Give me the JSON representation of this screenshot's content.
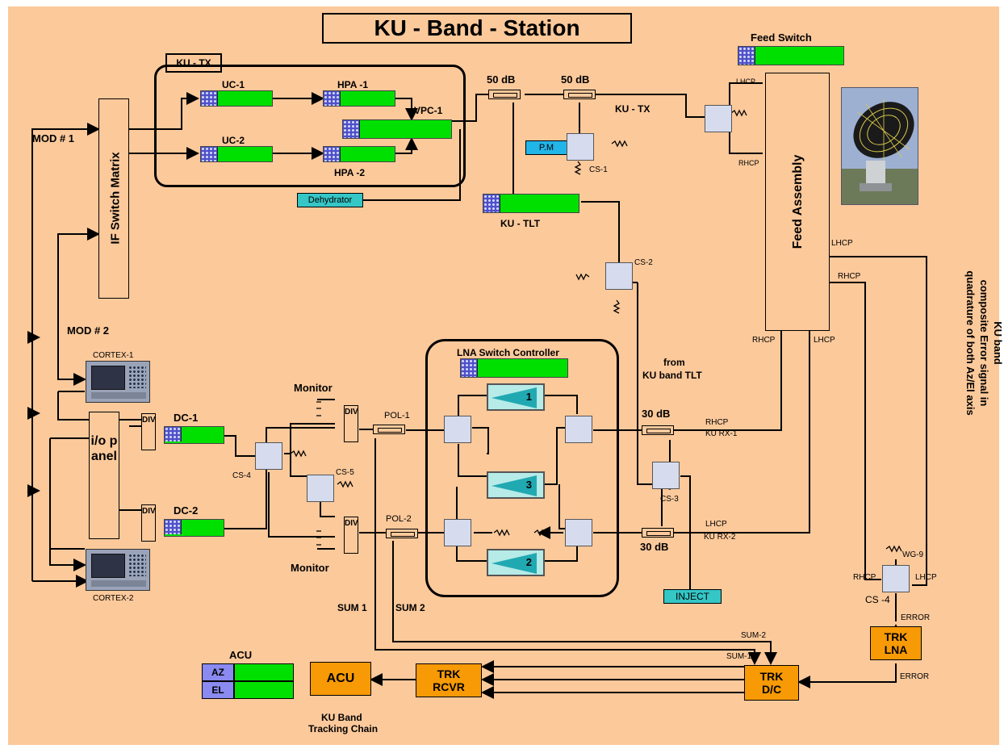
{
  "title": "KU - Band - Station",
  "labels": {
    "ku_tx_box": "KU - TX",
    "uc1": "UC-1",
    "uc2": "UC-2",
    "hpa1": "HPA -1",
    "hpa2": "HPA -2",
    "vpc1": "VPC-1",
    "dehydrator": "Dehydrator",
    "mod1": "MOD # 1",
    "mod2": "MOD # 2",
    "if_switch": "IF Switch Matrix",
    "att50a": "50 dB",
    "att50b": "50 dB",
    "ku_tx_line": "KU - TX",
    "pm": "P.M",
    "cs1": "CS-1",
    "ku_tlt": "KU - TLT",
    "cs2": "CS-2",
    "feed_switch": "Feed Switch",
    "feed_assembly": "Feed Assembly",
    "lhcp": "LHCP",
    "rhcp": "RHCP",
    "lna_switch": "LNA Switch Controller",
    "from_tlt_1": "from",
    "from_tlt_2": "KU band TLT",
    "cortex1": "CORTEX-1",
    "cortex2": "CORTEX-2",
    "io_panel": "i/o panel",
    "div": "DIV",
    "dc1": "DC-1",
    "dc2": "DC-2",
    "monitor": "Monitor",
    "cs4_left": "CS-4",
    "cs5": "CS-5",
    "pol1": "POL-1",
    "pol2": "POL-2",
    "amp1": "1",
    "amp2": "2",
    "amp3": "3",
    "att30": "30 dB",
    "ku_rx1": "KU RX-1",
    "ku_rx2": "KU RX-2",
    "cs3": "CS-3",
    "inject": "INJECT",
    "sum1": "SUM 1",
    "sum2": "SUM 2",
    "sum1_small": "SUM-1",
    "sum2_small": "SUM-2",
    "composite_1": "KU band",
    "composite_2": "composite Error signal in",
    "composite_3": "quadrature of both Az/El axis",
    "wg9": "WG-9",
    "cs4_right": "CS -4",
    "error": "ERROR",
    "trk_lna": "TRK LNA",
    "trk_dc": "TRK D/C",
    "trk_rcvr": "TRK RCVR",
    "acu_box": "ACU",
    "acu_title": "ACU",
    "az": "AZ",
    "el": "EL",
    "tracking_chain_1": "KU Band",
    "tracking_chain_2": "Tracking Chain"
  },
  "colors": {
    "background": "#fcc99b",
    "module_green": "#00e000",
    "module_grid": "#5050c8",
    "orange": "#f79a05",
    "cyan": "#35c6c6",
    "pm_blue": "#22b5e8",
    "acu_purple": "#8a8af0"
  }
}
